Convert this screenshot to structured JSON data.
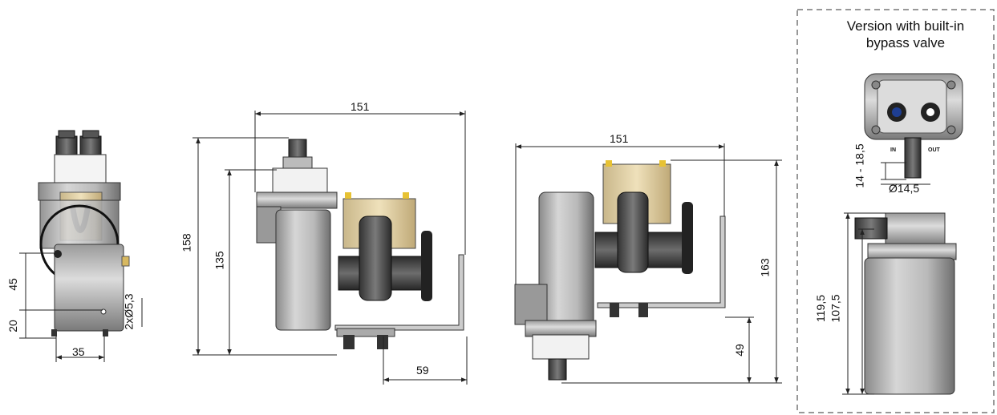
{
  "dimensions": {
    "front_45": "45",
    "front_20": "20",
    "front_35": "35",
    "front_hole": "2xØ5,3",
    "side1_width": "151",
    "side1_height_total": "158",
    "side1_height_inner": "135",
    "side1_bracket": "59",
    "side2_width": "151",
    "side2_height": "163",
    "side2_bracket_height": "49",
    "bypass_nozzle_range": "14 - 18,5",
    "bypass_nozzle_dia": "Ø14,5",
    "bypass_height_total": "119,5",
    "bypass_height_inner": "107,5"
  },
  "bypass_panel": {
    "title_line1": "Version with built-in",
    "title_line2": "bypass valve",
    "port_in": "IN",
    "port_out": "OUT"
  }
}
